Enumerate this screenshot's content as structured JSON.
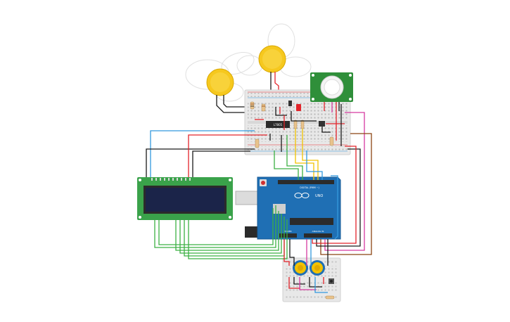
{
  "colors": {
    "background": "#ffffff",
    "breadboard": "#e8e8e8",
    "breadboard_hole": "#b9b9b9",
    "wire_red": "#e3242b",
    "wire_black": "#1a1a1a",
    "wire_green": "#3cb043",
    "wire_blue": "#3399dd",
    "wire_yellow": "#f2c200",
    "wire_orange": "#e07a1f",
    "wire_brown": "#8b4513",
    "wire_magenta": "#d63aa0",
    "arduino": "#1f6fb4",
    "lcd_pcb": "#3aa24a",
    "lcd_screen": "#1b2449",
    "pir_pcb": "#2f8f3a",
    "bulb": "#f6c81e"
  },
  "components": {
    "ic_label": "L7805",
    "arduino_board_label": "UNO",
    "arduino_header_digital": "DIGITAL (PWM ~)",
    "arduino_header_power": "POWER",
    "arduino_header_analog": "ANALOG IN"
  },
  "icons": {
    "bulb": "light-bulb-icon",
    "pir": "pir-sensor-icon",
    "lcd": "lcd-display-icon",
    "potentiometer": "potentiometer-icon"
  }
}
